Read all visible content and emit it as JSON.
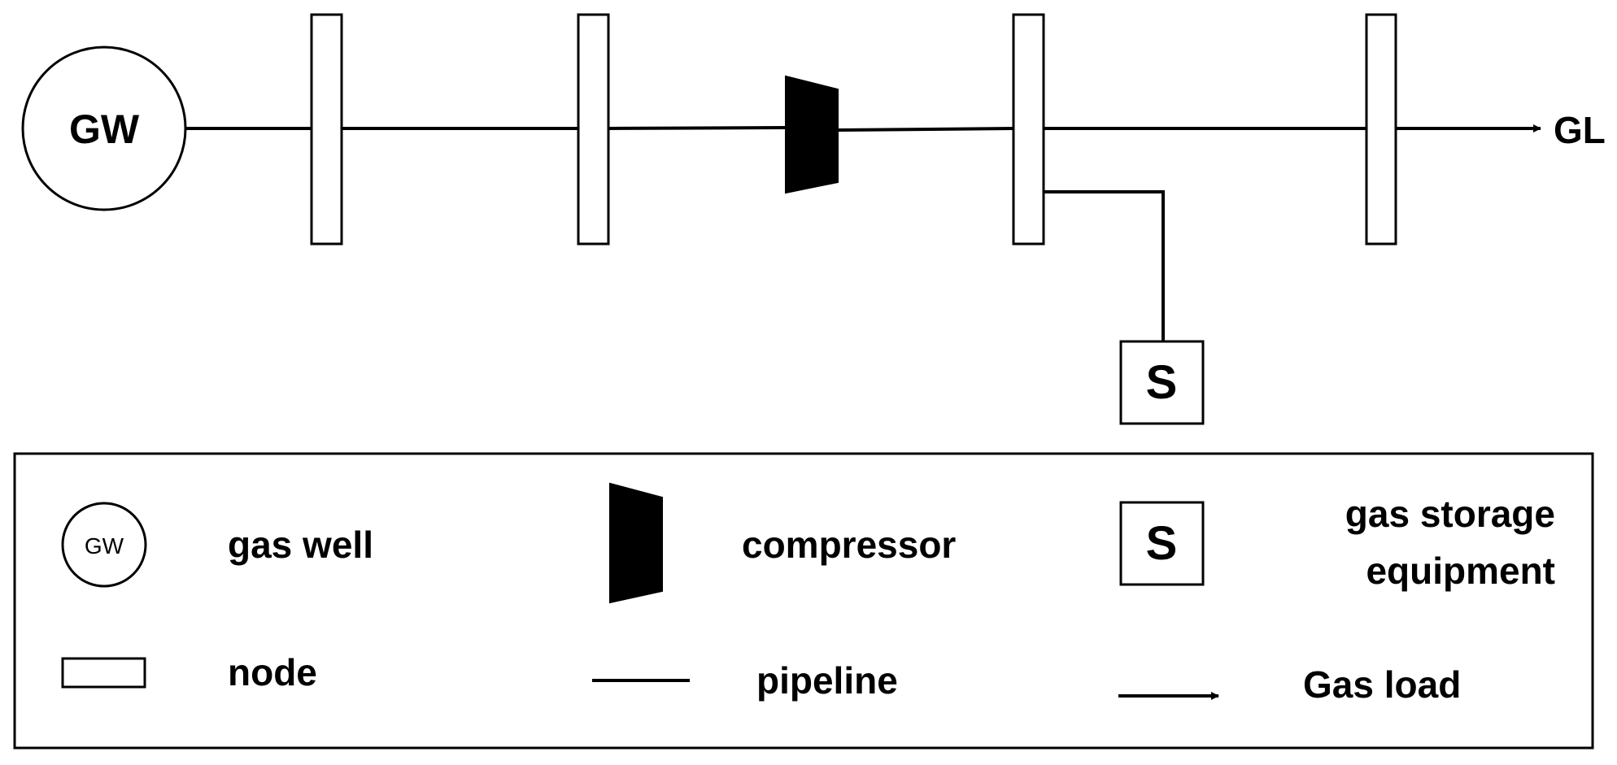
{
  "network": {
    "gas_well_label": "GW",
    "gas_load_label": "GL",
    "storage_label": "S"
  },
  "legend": {
    "gas_well_icon_label": "GW",
    "gas_well": "gas well",
    "node": "node",
    "compressor": "compressor",
    "pipeline": "pipeline",
    "storage_icon_label": "S",
    "gas_storage_line1": "gas storage",
    "gas_storage_line2": "equipment",
    "gas_load": "Gas load"
  },
  "colors": {
    "stroke": "#000000",
    "fill_compressor": "#000000",
    "background": "#ffffff"
  }
}
